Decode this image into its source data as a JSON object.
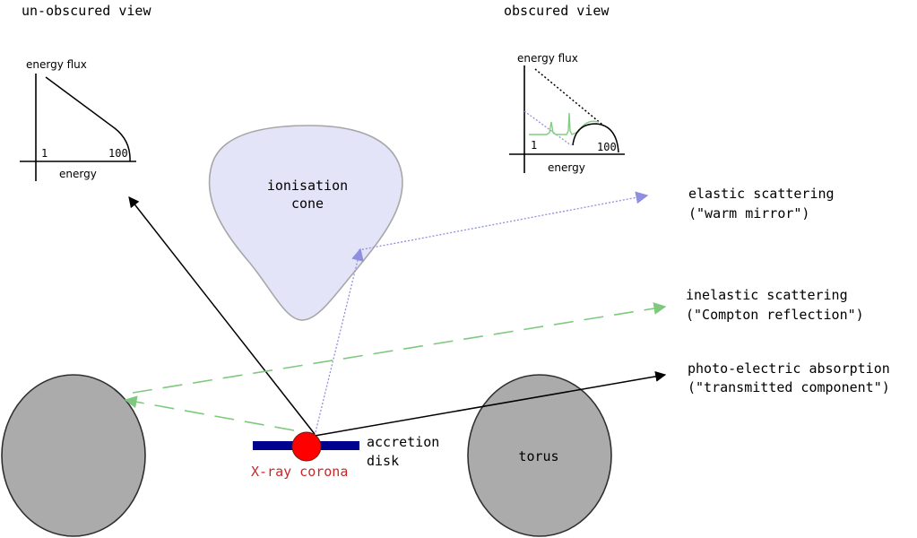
{
  "headings": {
    "unobscured": "un-obscured view",
    "obscured": "obscured view"
  },
  "left_spectrum": {
    "y_axis": "energy flux",
    "x_axis": "energy",
    "tick_low": "1",
    "tick_high": "100"
  },
  "right_spectrum": {
    "y_axis": "energy flux",
    "x_axis": "energy",
    "tick_low": "1",
    "tick_high": "100"
  },
  "cone": {
    "line1": "ionisation",
    "line2": "cone"
  },
  "labels": {
    "elastic_line1": "elastic scattering",
    "elastic_line2": "(\"warm mirror\")",
    "inelastic_line1": "inelastic scattering",
    "inelastic_line2": "(\"Compton reflection\")",
    "photo_line1": "photo-electric absorption",
    "photo_line2": "(\"transmitted component\")",
    "disk_line1": "accretion",
    "disk_line2": "disk",
    "corona": "X-ray corona",
    "torus": "torus"
  },
  "colors": {
    "cone_fill": "#e3e4f7",
    "cone_stroke": "#a7a7a7",
    "torus_fill": "#ababab",
    "torus_stroke": "#303030",
    "disk": "#00008f",
    "corona": "#ff0000",
    "corona_text": "#c62828",
    "elastic": "#8f8fe0",
    "compton": "#7fc97f",
    "spectrum_lines": "#7fcf7f"
  }
}
